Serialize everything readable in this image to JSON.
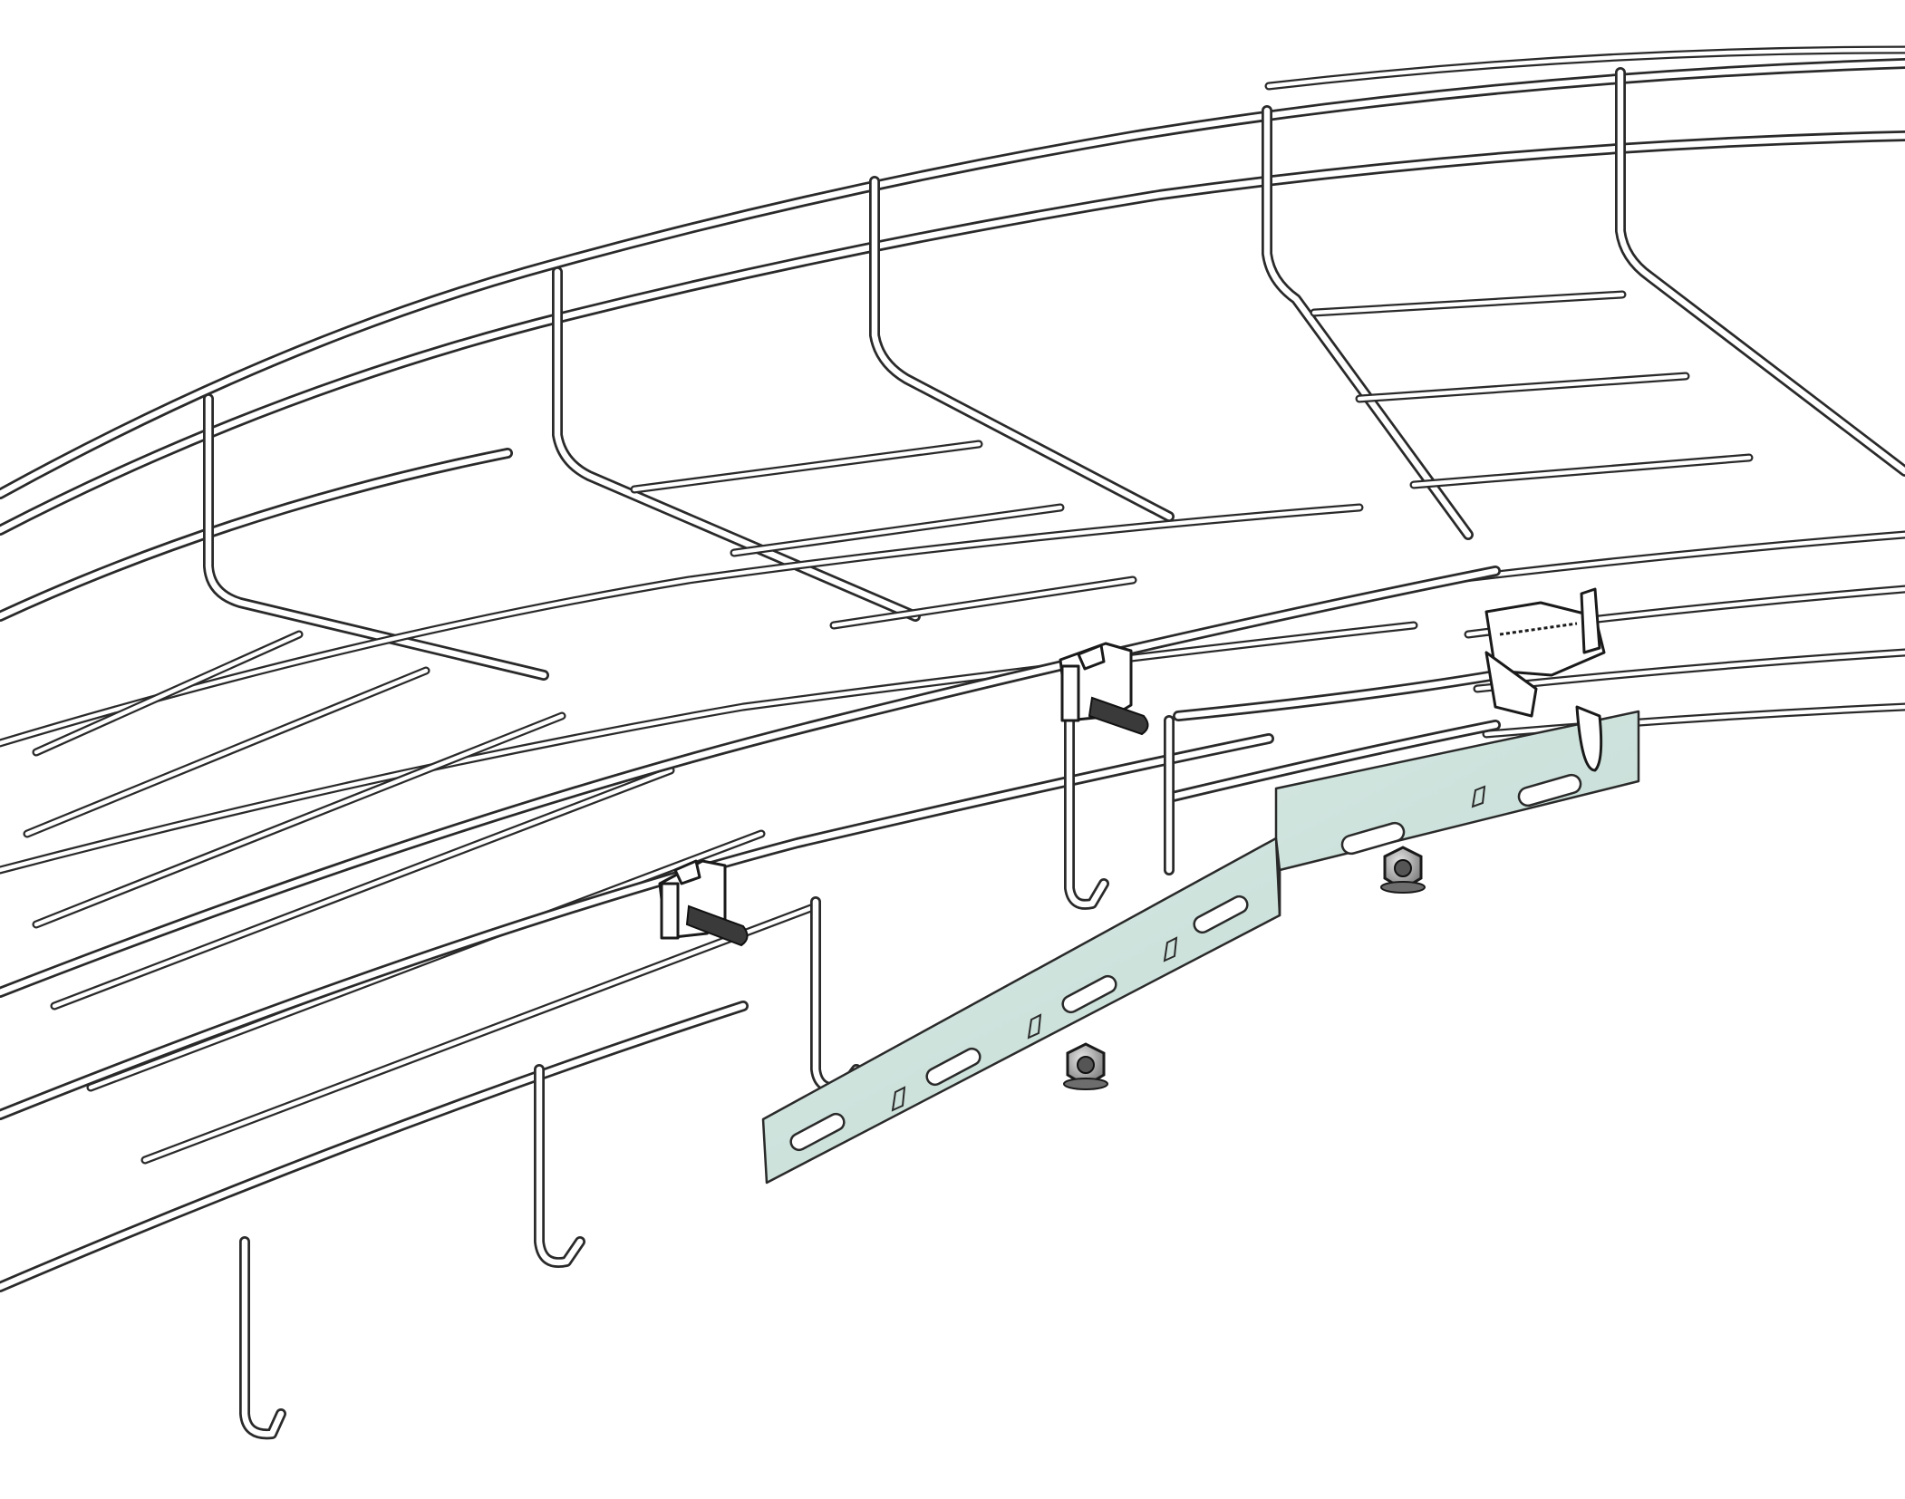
{
  "figure": {
    "description_visible_text": "",
    "colors": {
      "wire_stroke": "#2a2a2a",
      "wire_fill": "#ffffff",
      "splice_plate": "#cfe4de",
      "splice_plate_shade": "#b9d3cc",
      "bolt": "#3a3a3a",
      "nut": "#9a9a9a",
      "background": "#ffffff"
    },
    "components": [
      {
        "name": "wire-mesh-cable-tray",
        "icon": "wire-basket-tray-icon"
      },
      {
        "name": "splice-plate",
        "icon": "slotted-plate-icon"
      },
      {
        "name": "bolt-clip",
        "icon": "bolt-clip-icon",
        "count": 2
      },
      {
        "name": "hex-flange-nut",
        "icon": "hex-nut-icon",
        "count": 2
      },
      {
        "name": "hinge-clamp",
        "icon": "hinge-clamp-icon"
      }
    ]
  }
}
